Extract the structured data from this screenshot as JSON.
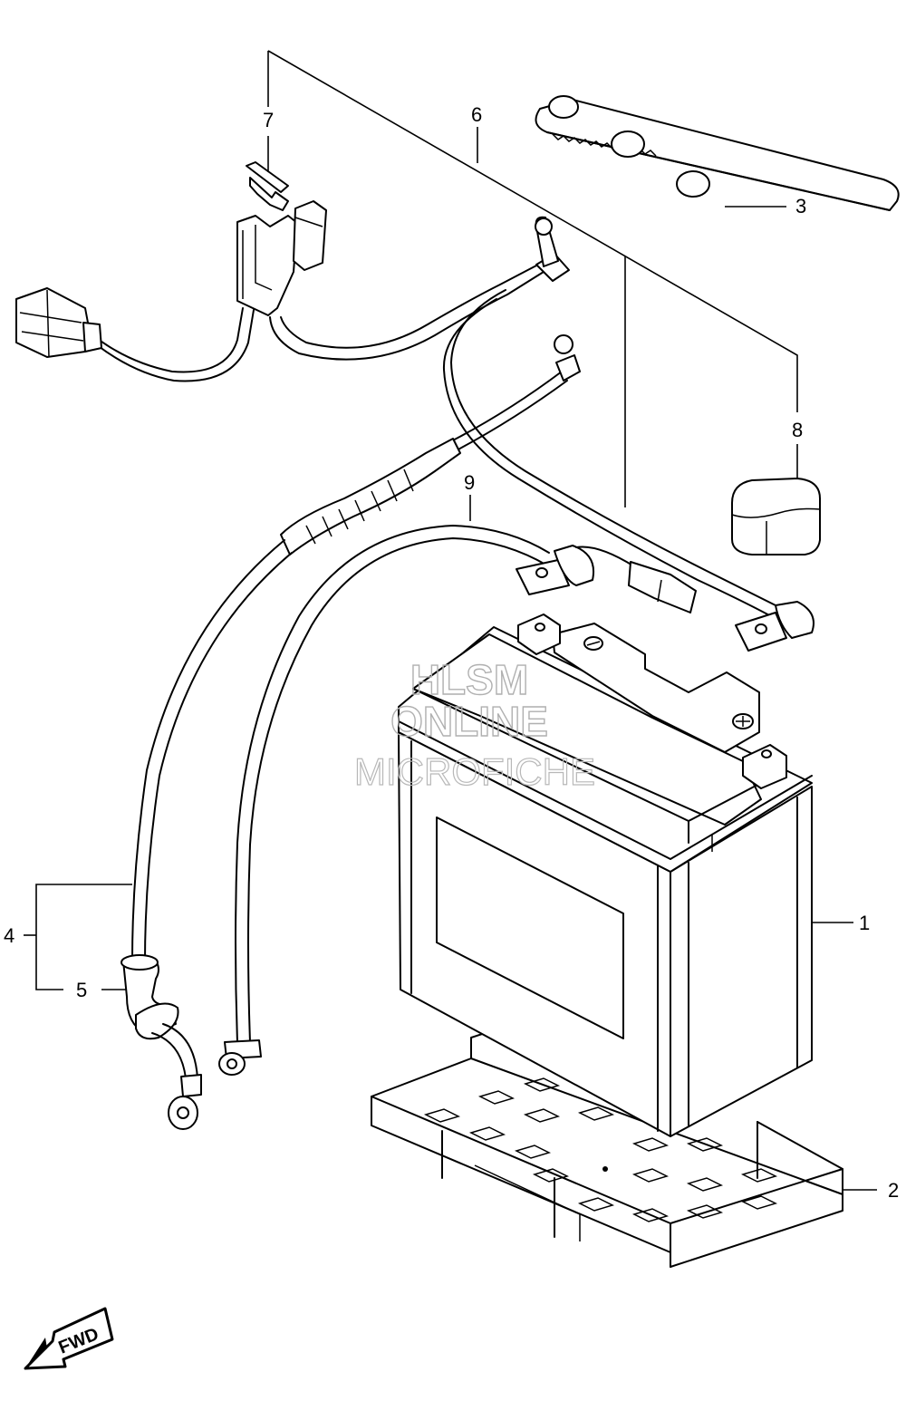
{
  "callouts": {
    "c1": "1",
    "c2": "2",
    "c3": "3",
    "c4": "4",
    "c5": "5",
    "c6": "6",
    "c7": "7",
    "c8": "8",
    "c9": "9"
  },
  "watermark": {
    "line1": "HLSM",
    "line2": "ONLINE",
    "line3": "MICROFICHE"
  },
  "fwd": {
    "label": "FWD"
  }
}
